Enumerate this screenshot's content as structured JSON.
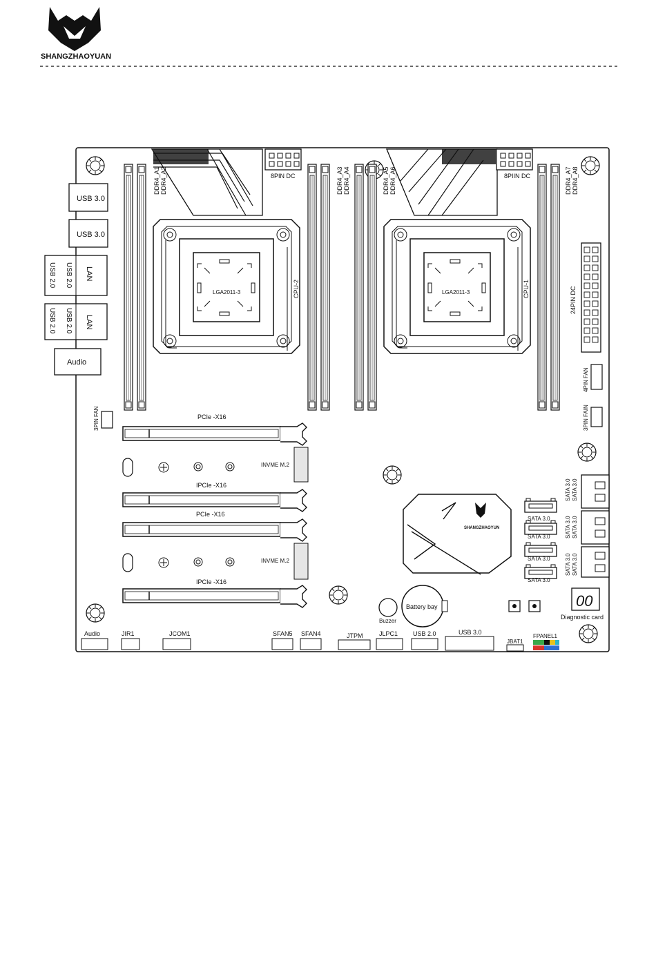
{
  "brand": {
    "name": "SHANGZHAOYUAN",
    "board_logo_text": "SHANGZHAOYUN"
  },
  "io": {
    "usb30_a": "USB 3.0",
    "usb30_b": "USB 3.0",
    "lan1": "LAN",
    "usb20_1a": "USB 2.0",
    "usb20_1b": "USB 2.0",
    "lan2": "LAN",
    "usb20_2a": "USB 2.0",
    "usb20_2b": "USB 2.0",
    "audio": "Audio"
  },
  "power": {
    "cpu2_8pin": "8PIN DC",
    "cpu1_8pin": "8PIIN DC",
    "atx24": "24PIN DC"
  },
  "dimm": {
    "a1": "DDR4_A1",
    "a2": "DDR4_A2",
    "a3": "DDR4_A3",
    "a4": "DDR4_A4",
    "a5": "DDR4_A5",
    "a6": "DDR4_A6",
    "a7": "DDR4_A7",
    "a8": "DDR4_A8"
  },
  "cpu": {
    "socket_label": "LGA2011-3",
    "cpu2": "CPU-2",
    "cpu1": "CPU-1"
  },
  "fans": {
    "fan3_left": "3PIN FAN",
    "fan4_right": "4PIN FAN",
    "fan3_right": "3PIN FAIN",
    "sfan5": "SFAN5",
    "sfan4": "SFAN4"
  },
  "slots": {
    "pcie1": "PCIe -X16",
    "pcie2": "IPCIe -X16",
    "pcie3": "PCIe -X16",
    "pcie4": "IPCIe -X16",
    "m2_1": "INVME M.2",
    "m2_2": "INVME M.2"
  },
  "sata": {
    "v1": "SATA 3.0",
    "v2": "SATA 3.0",
    "v3": "SATA 3.0",
    "v4": "SATA 3.0",
    "stack1a": "SATA 3.0",
    "stack1b": "SATA 3.0",
    "stack2a": "SATA 3.0",
    "stack2b": "SATA 3.0",
    "stack3a": "SATA 3.0",
    "stack3b": "SATA 3.0"
  },
  "misc": {
    "battery": "Battery bay",
    "buzzer": "Buzzer",
    "diag_digits": "00",
    "diag_label": "Diagnostic card"
  },
  "headers": {
    "audio": "Audio",
    "jir1": "JIR1",
    "jcom1": "JCOM1",
    "jtpm": "JTPM",
    "jlpc1": "JLPC1",
    "usb20": "USB 2.0",
    "usb30": "USB 3.0",
    "jbat1": "JBAT1",
    "fpanel1": "FPANEL1"
  },
  "colors": {
    "line": "#111111",
    "fpanel_red": "#d9342b",
    "fpanel_green": "#3aa84a",
    "fpanel_blue": "#2f6fd0",
    "fpanel_yellow": "#e8c21b",
    "fpanel_cyan": "#2fb6c9"
  }
}
